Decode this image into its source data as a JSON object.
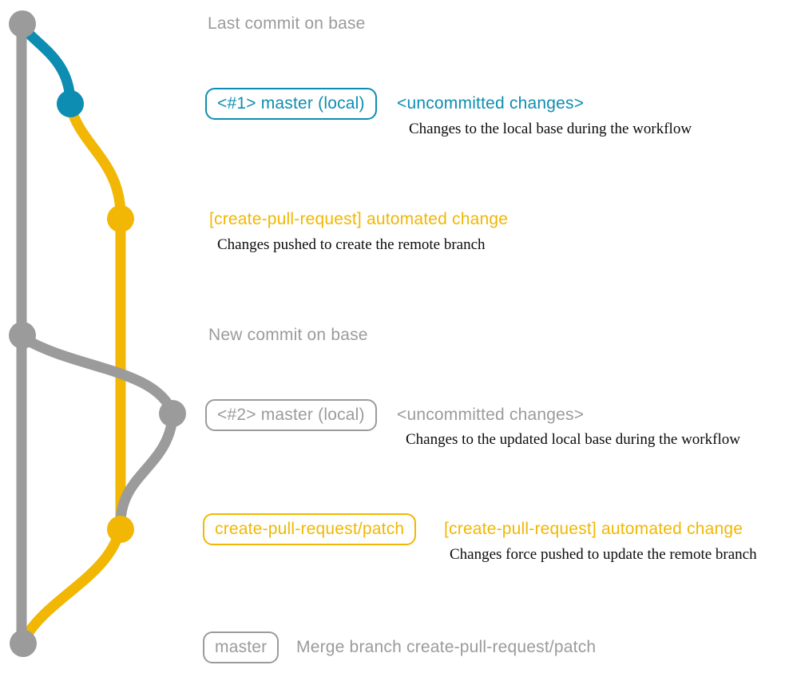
{
  "colors": {
    "gray": "#9b9b9b",
    "teal": "#0e8db2",
    "yellow": "#f1b704",
    "note_black": "#0c0c0c",
    "background": "#ffffff"
  },
  "graph": {
    "type": "git-branch-diagram",
    "branches": [
      {
        "name": "base",
        "color_key": "gray"
      },
      {
        "name": "master (local)",
        "color_key": "teal"
      },
      {
        "name": "create-pull-request/patch",
        "color_key": "yellow"
      }
    ],
    "nodes": [
      {
        "dot_color": "gray",
        "row": "row1"
      },
      {
        "dot_color": "teal",
        "row": "row2"
      },
      {
        "dot_color": "yellow",
        "row": "row3"
      },
      {
        "dot_color": "gray",
        "row": "row4"
      },
      {
        "dot_color": "gray",
        "row": "row5"
      },
      {
        "dot_color": "yellow",
        "row": "row6"
      },
      {
        "dot_color": "gray",
        "row": "row7"
      }
    ]
  },
  "annotations": {
    "row1": {
      "label": "Last commit on base"
    },
    "row2": {
      "pill": "<#1> master (local)",
      "heading": "<uncommitted changes>",
      "note": "Changes to the local base during the workflow"
    },
    "row3": {
      "heading": "[create-pull-request] automated change",
      "note": "Changes pushed to create the remote branch"
    },
    "row4": {
      "label": "New commit on base"
    },
    "row5": {
      "pill": "<#2> master (local)",
      "heading": "<uncommitted changes>",
      "note": "Changes to the updated local base during the workflow"
    },
    "row6": {
      "pill": "create-pull-request/patch",
      "heading": "[create-pull-request] automated change",
      "note": "Changes force pushed to update the remote branch"
    },
    "row7": {
      "pill": "master",
      "heading": "Merge branch create-pull-request/patch"
    }
  }
}
